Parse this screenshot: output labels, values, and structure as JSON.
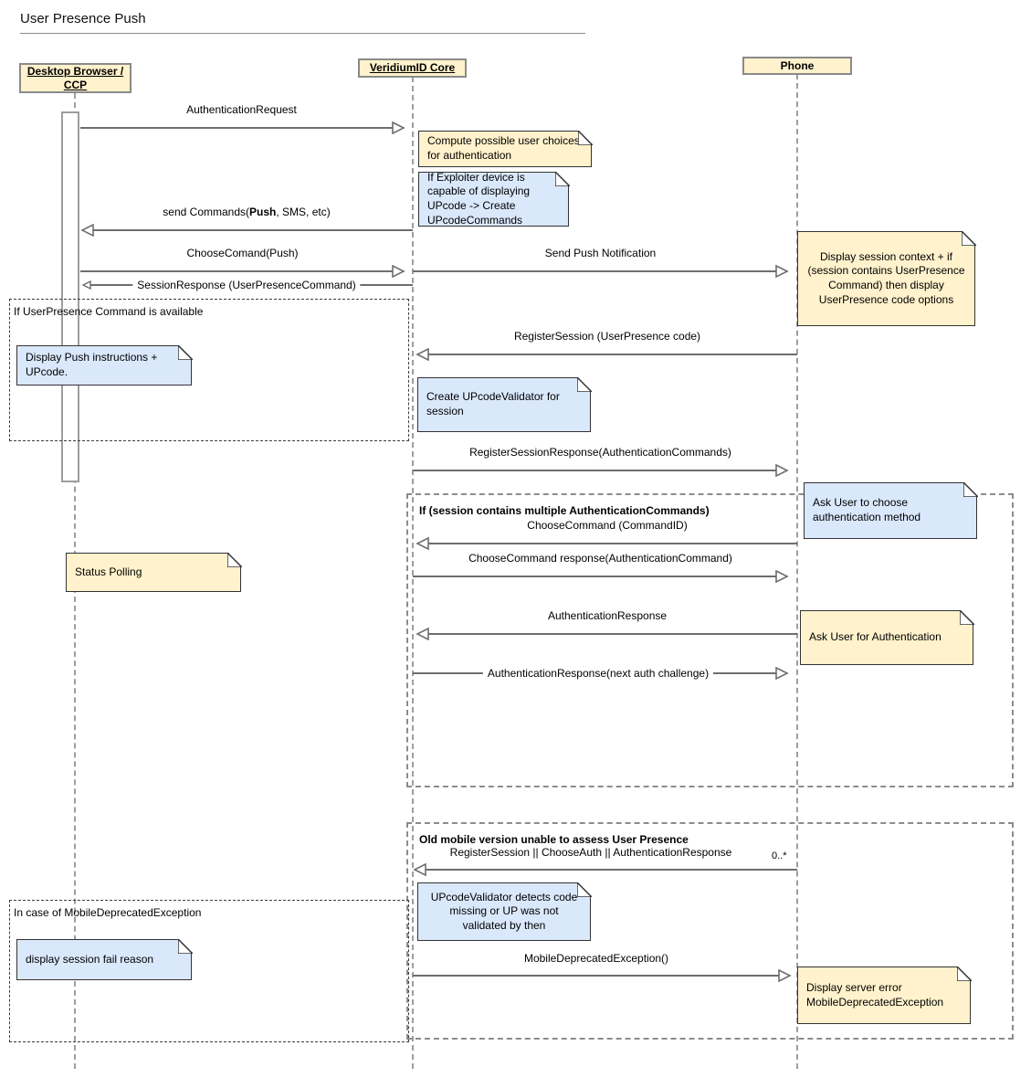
{
  "title": "User Presence Push",
  "actors": [
    {
      "name": "Desktop Browser / CCP"
    },
    {
      "name": "VeridiumID Core"
    },
    {
      "name": "Phone"
    }
  ],
  "frames": [
    {
      "label": "If UserPresence Command is available"
    },
    {
      "label": "If (session contains multiple AuthenticationCommands)"
    },
    {
      "label": "Old mobile version unable to assess User Presence"
    },
    {
      "label": "In case of MobileDeprecatedException"
    }
  ],
  "notes": [
    {
      "text": "Compute possible user choices for authentication",
      "color": "#FFF2CC"
    },
    {
      "text": "If Exploiter device is capable of displaying UPcode -> Create UPcodeCommands",
      "color": "#DAE8FC"
    },
    {
      "text": "Display session context + if (session contains UserPresence Command) then display UserPresence code options",
      "color": "#FFF2CC"
    },
    {
      "text": "Display Push instructions + UPcode.",
      "color": "#DAE8FC"
    },
    {
      "text": "Create UPcodeValidator for session",
      "color": "#DAE8FC"
    },
    {
      "text": "Ask User to choose authentication method",
      "color": "#DAE8FC"
    },
    {
      "text": "Status Polling",
      "color": "#FFF2CC"
    },
    {
      "text": "Ask User for Authentication",
      "color": "#FFF2CC"
    },
    {
      "text": "UPcodeValidator detects code missing or UP was not validated by then",
      "color": "#DAE8FC"
    },
    {
      "text": "display session fail reason",
      "color": "#DAE8FC"
    },
    {
      "text": "Display server error MobileDeprecatedException",
      "color": "#FFF2CC"
    }
  ],
  "messages": [
    {
      "label": "AuthenticationRequest"
    },
    {
      "parts": [
        "send Commands(",
        "Push",
        ", SMS, etc)"
      ]
    },
    {
      "label": "ChooseComand(Push)"
    },
    {
      "label": "Send Push Notification"
    },
    {
      "label": "SessionResponse (UserPresenceCommand)"
    },
    {
      "label": "RegisterSession (UserPresence code)"
    },
    {
      "label": "RegisterSessionResponse(AuthenticationCommands)"
    },
    {
      "label": "ChooseCommand (CommandID)"
    },
    {
      "label": "ChooseCommand response(AuthenticationCommand)"
    },
    {
      "label": "AuthenticationResponse"
    },
    {
      "label": "AuthenticationResponse(next auth challenge)"
    },
    {
      "label": "RegisterSession || ChooseAuth || AuthenticationResponse",
      "multiplicity": "0..*"
    },
    {
      "label": "MobileDeprecatedException()"
    }
  ],
  "colors": {
    "note_yellow": "#FFF2CC",
    "note_blue": "#DAE8FC",
    "actor_fill": "#FFF2CC",
    "line_gray": "#6e6e6e",
    "lifeline_gray": "#9e9e9e"
  }
}
